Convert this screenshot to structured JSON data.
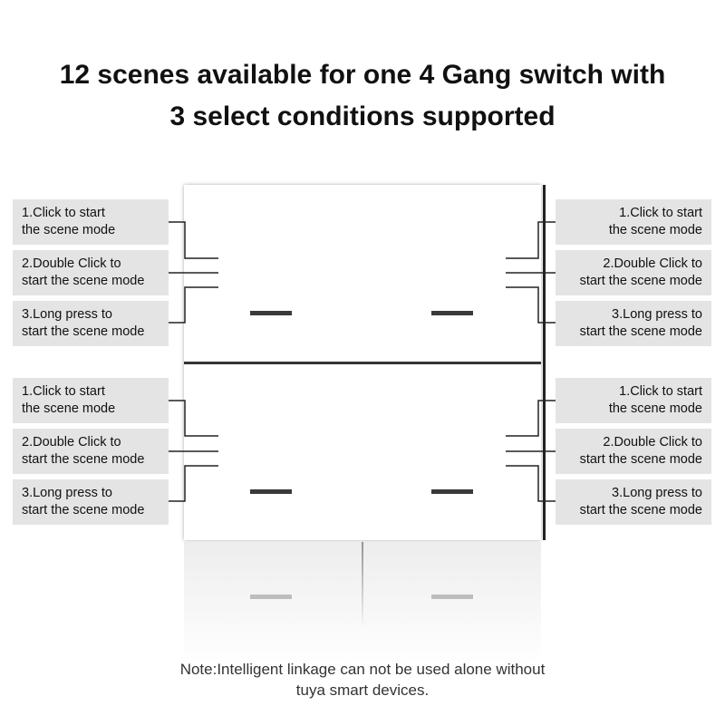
{
  "header": {
    "title_line1": "12 scenes available for one 4 Gang switch with",
    "title_line2": "3 select conditions supported"
  },
  "conditions": [
    {
      "line1": "1.Click to start",
      "line2": "the scene mode"
    },
    {
      "line1": "2.Double Click to",
      "line2": "start the scene mode"
    },
    {
      "line1": "3.Long press to",
      "line2": "start the scene mode"
    }
  ],
  "note": {
    "line1": "Note:Intelligent linkage can not be used alone without",
    "line2": "tuya smart devices."
  },
  "colors": {
    "label_bg": "#e4e4e4",
    "title": "#111111",
    "note": "#333333"
  }
}
